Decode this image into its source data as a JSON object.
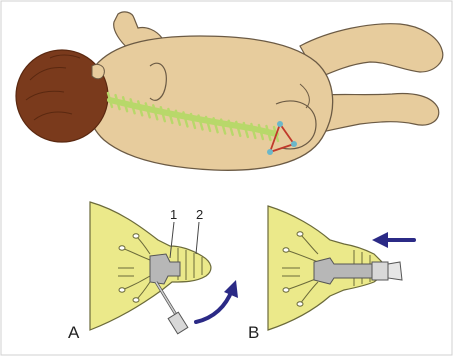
{
  "figure": {
    "panel_labels": {
      "a": "A",
      "b": "B"
    },
    "part_labels": {
      "one": "1",
      "two": "2"
    }
  },
  "colors": {
    "skin": "#e7cc9d",
    "skin_outline": "#6b5a44",
    "hair": "#7a3a1c",
    "hair_dark": "#5a2810",
    "spine": "#b8d86a",
    "triangle": "#c0392b",
    "landmark": "#6bb7c9",
    "tissue": "#ebe98a",
    "tissue_outline": "#6b6a3a",
    "device": "#b7b7b7",
    "arrow": "#2b2a86"
  },
  "icons": {
    "curved_arrow": "curved-arrow-icon",
    "straight_arrow": "left-arrow-icon"
  }
}
